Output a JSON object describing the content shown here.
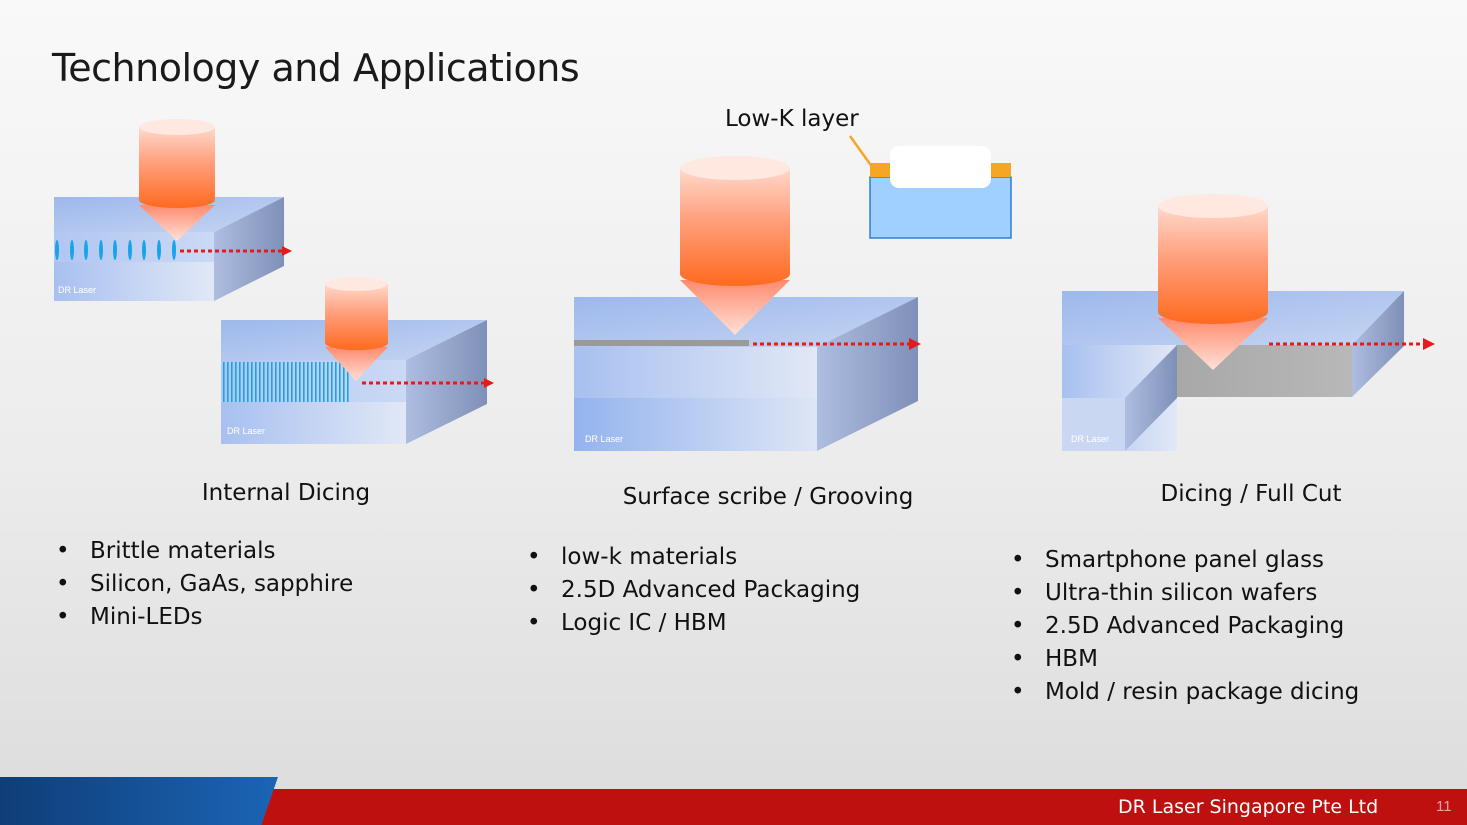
{
  "slide": {
    "title": "Technology and Applications"
  },
  "diagrams": {
    "watermark": "DR Laser",
    "lowk_label": "Low-K layer"
  },
  "sections": [
    {
      "caption": "Internal Dicing",
      "bullets": [
        "Brittle materials",
        "Silicon, GaAs, sapphire",
        "Mini-LEDs"
      ]
    },
    {
      "caption": "Surface scribe / Grooving",
      "bullets": [
        "low-k materials",
        "2.5D Advanced Packaging",
        "Logic IC / HBM"
      ]
    },
    {
      "caption": "Dicing / Full Cut",
      "bullets": [
        "Smartphone panel glass",
        "Ultra-thin silicon wafers",
        "2.5D Advanced Packaging",
        "HBM",
        "Mold / resin package dicing"
      ]
    }
  ],
  "footer": {
    "company": "DR Laser Singapore Pte Ltd",
    "page": "11"
  },
  "colors": {
    "footer_red": "#bf1010",
    "footer_blue": "#1b65b5",
    "laser_orange": "#ff6a1f",
    "scan_red": "#e41b1b",
    "modified_layer_blue": "#1aa3e8",
    "lowk_orange": "#f5a623"
  }
}
